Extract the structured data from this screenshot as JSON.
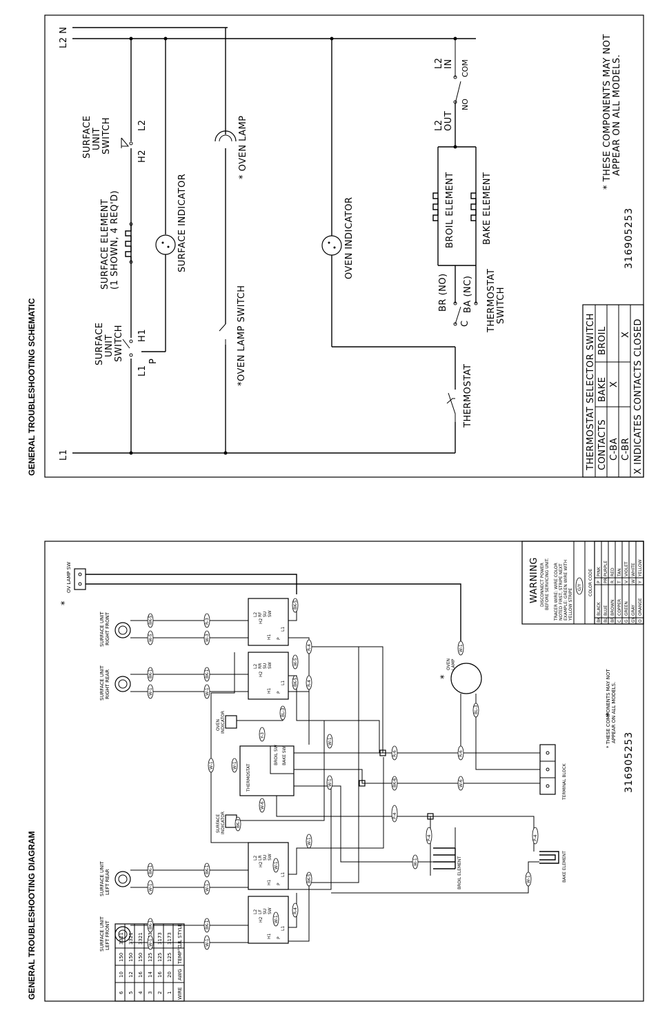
{
  "headings": {
    "schematic": "GENERAL TROUBLESHOOTING SCHEMATIC",
    "diagram": "GENERAL TROUBLESHOOTING DIAGRAM"
  },
  "part_number": "316905253",
  "schematic": {
    "lines": {
      "l1": "L1",
      "l2n": "L2 N"
    },
    "surface_unit_switch_left": {
      "title1": "SURFACE",
      "title2": "UNIT",
      "title3": "SWITCH",
      "l1": "L1",
      "p": "P",
      "h1": "H1"
    },
    "surface_unit_switch_right": {
      "title1": "SURFACE",
      "title2": "UNIT",
      "title3": "SWITCH",
      "h2": "H2",
      "l2": "L2"
    },
    "surface_element": {
      "line1": "SURFACE ELEMENT",
      "line2": "(1 SHOWN, 4 REQ'D)"
    },
    "surface_indicator": "SURFACE INDICATOR",
    "oven_lamp_switch": "*OVEN LAMP SWITCH",
    "oven_lamp": "* OVEN LAMP",
    "oven_indicator": "OVEN INDICATOR",
    "thermostat": "THERMOSTAT",
    "thermostat_switch": {
      "line1": "THERMOSTAT",
      "line2": "SWITCH",
      "br": "BR (NO)",
      "ba": "BA (NC)",
      "c": "C"
    },
    "broil_element": "BROIL ELEMENT",
    "bake_element": "BAKE ELEMENT",
    "relay": {
      "l2_out_1": "L2",
      "l2_out_2": "OUT",
      "l2_in_1": "L2",
      "l2_in_2": "IN",
      "com": "COM",
      "no": "NO"
    },
    "footnote": {
      "line1": "* THESE COMPONENTS MAY NOT",
      "line2": "APPEAR ON ALL MODELS."
    },
    "selector_table": {
      "title": "THERMOSTAT SELECTOR SWITCH",
      "headers": [
        "CONTACTS",
        "BAKE",
        "BROIL"
      ],
      "rows": [
        [
          "C-BA",
          "X",
          ""
        ],
        [
          "C-BR",
          "",
          "X"
        ]
      ],
      "note": "X INDICATES CONTACTS CLOSED"
    }
  },
  "diagram": {
    "ov_lamp_sw": "OV LAMP SW",
    "units": {
      "right_front": {
        "line1": "SURFACE UNIT",
        "line2": "RIGHT FRONT"
      },
      "right_rear": {
        "line1": "SURFACE UNIT",
        "line2": "RIGHT REAR"
      },
      "left_rear": {
        "line1": "SURFACE UNIT",
        "line2": "LEFT REAR"
      },
      "left_front": {
        "line1": "SURFACE UNIT",
        "line2": "LEFT FRONT"
      }
    },
    "switches": {
      "rf": {
        "l2": "L2",
        "loc": "RF",
        "su": "SU",
        "sw": "SW",
        "h2": "H2",
        "h1": "H1",
        "p": "P",
        "l1": "L1"
      },
      "rr": {
        "l2": "L2",
        "loc": "RR",
        "su": "SU",
        "sw": "SW",
        "h2": "H2",
        "h1": "H1",
        "p": "P",
        "l1": "L1"
      },
      "lr": {
        "l2": "L2",
        "loc": "LR",
        "su": "SU",
        "sw": "SW",
        "h2": "H2",
        "h1": "H1",
        "p": "P",
        "l1": "L1"
      },
      "lf": {
        "l2": "L2",
        "loc": "LF",
        "su": "SU",
        "sw": "SW",
        "h2": "H2",
        "h1": "H1",
        "p": "P",
        "l1": "L1"
      }
    },
    "oven_indicator": {
      "line1": "OVEN",
      "line2": "INDICATOR"
    },
    "surface_indicator": {
      "line1": "SURFACE",
      "line2": "INDICATOR"
    },
    "thermostat": "THERMOSTAT",
    "broil_sw": "BROIL SW",
    "bake_sw": "BAKE SW",
    "oven_lamp": {
      "line1": "OVEN",
      "line2": "LAMP"
    },
    "terminal_block": "TERMINAL BLOCK",
    "broil_element": "BROIL ELEMENT",
    "bake_element": "BAKE ELEMENT",
    "footnote": {
      "line1": "* THESE COMPONENTS MAY NOT",
      "line2": "APPEAR ON ALL MODELS."
    },
    "warning": {
      "title": "WARNING",
      "line1": "DISCONNECT POWER",
      "line2": "BEFORE SERVICING UNIT.",
      "line3": "TRACER WIRE: WIRE COLOR",
      "line4": "NOTED FIRST, STRIPE NEXT",
      "line5": "EXAMPLE: GREEN WIRE WITH",
      "line6": "YELLOW STRIPE",
      "example_tag": "G/Y",
      "color_code_title": "COLOR CODE"
    },
    "color_code": [
      [
        "BK",
        "BLACK",
        "P",
        "PINK"
      ],
      [
        "BL",
        "BLUE",
        "PR",
        "PURPLE"
      ],
      [
        "BR",
        "BROWN",
        "R",
        "RED"
      ],
      [
        "C",
        "COPPER",
        "T",
        "TAN"
      ],
      [
        "G",
        "GREEN",
        "V",
        "VIOLET"
      ],
      [
        "GY",
        "GRAY",
        "W",
        "WHITE"
      ],
      [
        "O",
        "ORANGE",
        "Y",
        "YELLOW"
      ]
    ],
    "wire_table": {
      "headers": [
        "WIRE",
        "AWG",
        "TEMP°C",
        "UL STYLE"
      ],
      "rows": [
        [
          "1",
          "20",
          "125",
          "3173"
        ],
        [
          "2",
          "16",
          "125",
          "3173"
        ],
        [
          "3",
          "14",
          "125",
          "3173"
        ],
        [
          "4",
          "16",
          "150",
          "3321"
        ],
        [
          "5",
          "12",
          "150",
          "3321"
        ],
        [
          "6",
          "10",
          "150",
          "3321"
        ]
      ]
    },
    "wire_tags": [
      "BK-5",
      "W-5",
      "R-4",
      "BK-1",
      "W-3",
      "R-3",
      "BK-3",
      "W-1",
      "R-6",
      "BK-6",
      "W-6",
      "BL-3",
      "Y-3",
      "P-4",
      "G/Y-3",
      "W-2"
    ]
  }
}
